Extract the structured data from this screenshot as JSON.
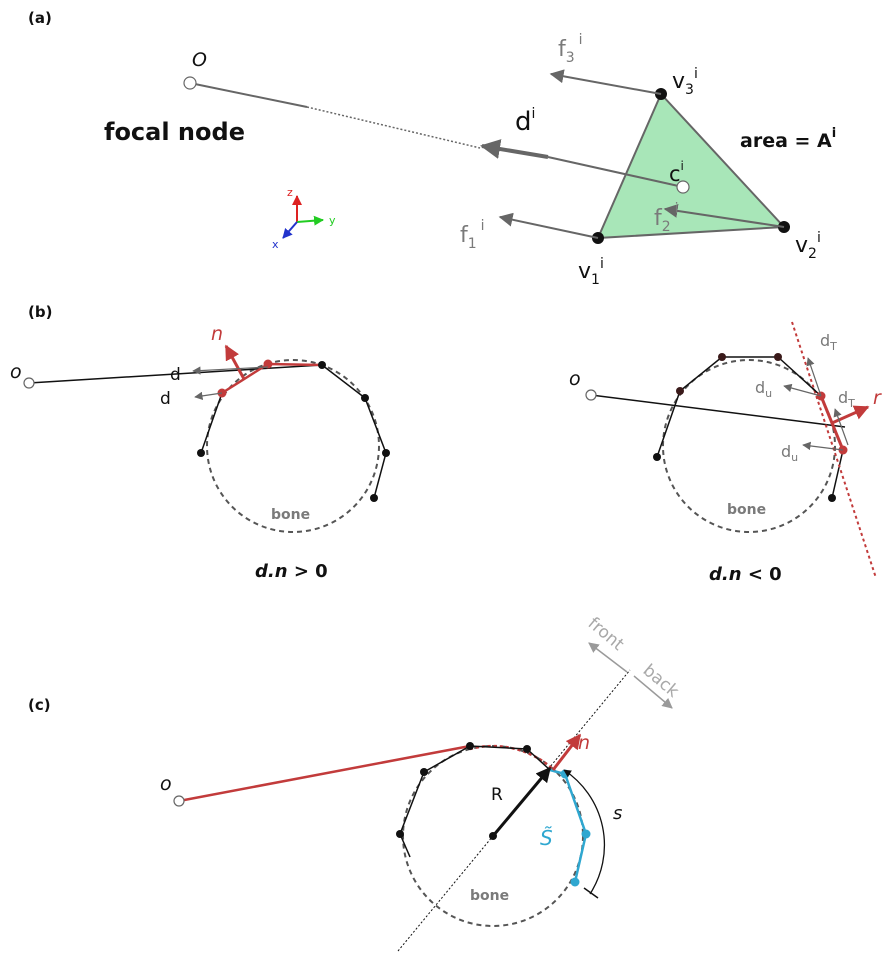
{
  "panel_a": {
    "label": "(a)",
    "origin_label": "O",
    "focal_node": "focal node",
    "area_label": "area = A",
    "area_sup": "i",
    "d_label": "d",
    "d_sup": "i",
    "c_label": "c",
    "c_sup": "i",
    "v1": "v",
    "v1_sub": "1",
    "v1_sup": "i",
    "v2": "v",
    "v2_sub": "2",
    "v2_sup": "i",
    "v3": "v",
    "v3_sub": "3",
    "v3_sup": "i",
    "f1": "f",
    "f1_sub": "1",
    "f1_sup": "i",
    "f2": "f",
    "f2_sub": "2",
    "f2_sup": "i",
    "f3": "f",
    "f3_sub": "3",
    "f3_sup": "i",
    "axis_x": "x",
    "axis_y": "y",
    "axis_z": "z",
    "colors": {
      "triangle_fill": "#a8e6b8",
      "axis_x": "#2233cc",
      "axis_y": "#22cc22",
      "axis_z": "#dd2222"
    }
  },
  "panel_b": {
    "label": "(b)",
    "left": {
      "origin_label": "o",
      "n_label": "n",
      "d1": "d",
      "d2": "d",
      "bone": "bone",
      "caption_d": "d",
      "caption_dot": ".",
      "caption_n": "n",
      "caption_rest": " > 0"
    },
    "right": {
      "origin_label": "o",
      "r_label": "r",
      "dT1": "d",
      "dT1_sub": "T",
      "dT2": "d",
      "dT2_sub": "T",
      "du1": "d",
      "du1_sub": "u",
      "du2": "d",
      "du2_sub": "u",
      "bone": "bone",
      "caption_d": "d",
      "caption_dot": ".",
      "caption_n": "n",
      "caption_rest": " < 0"
    },
    "colors": {
      "red": "#c23b3b"
    }
  },
  "panel_c": {
    "label": "(c)",
    "origin_label": "o",
    "front": "front",
    "back": "back",
    "n_label": "n",
    "R_label": "R",
    "S_tilde": "S̃",
    "s_label": "s",
    "bone": "bone",
    "colors": {
      "red": "#c23b3b",
      "cyan": "#2fa7d0"
    }
  }
}
